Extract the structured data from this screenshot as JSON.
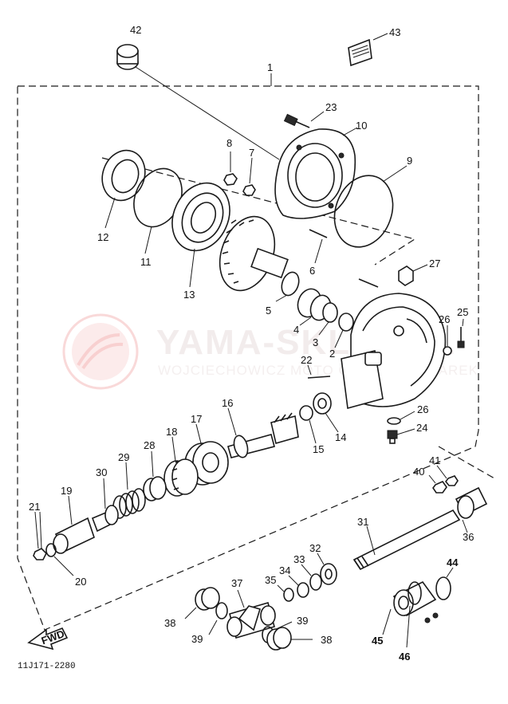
{
  "diagram": {
    "part_numbers": [
      "1",
      "2",
      "3",
      "4",
      "5",
      "6",
      "7",
      "8",
      "9",
      "10",
      "11",
      "12",
      "13",
      "14",
      "15",
      "16",
      "17",
      "18",
      "19",
      "20",
      "21",
      "22",
      "23",
      "24",
      "25",
      "26",
      "26",
      "27",
      "28",
      "29",
      "30",
      "31",
      "32",
      "33",
      "34",
      "35",
      "36",
      "37",
      "38",
      "38",
      "39",
      "39",
      "40",
      "41",
      "42",
      "43",
      "44",
      "45",
      "46"
    ],
    "drawing_code": "11J171-2280",
    "fwd_label": "FWD",
    "watermark": {
      "title": "YAMA-SKLEP.PL",
      "subtitle": "WOJCIECHOWICZ MOTO GRZEGORZ MAREK"
    },
    "colors": {
      "ink": "#1a1a1a",
      "watermark": "#e33a3a"
    }
  }
}
